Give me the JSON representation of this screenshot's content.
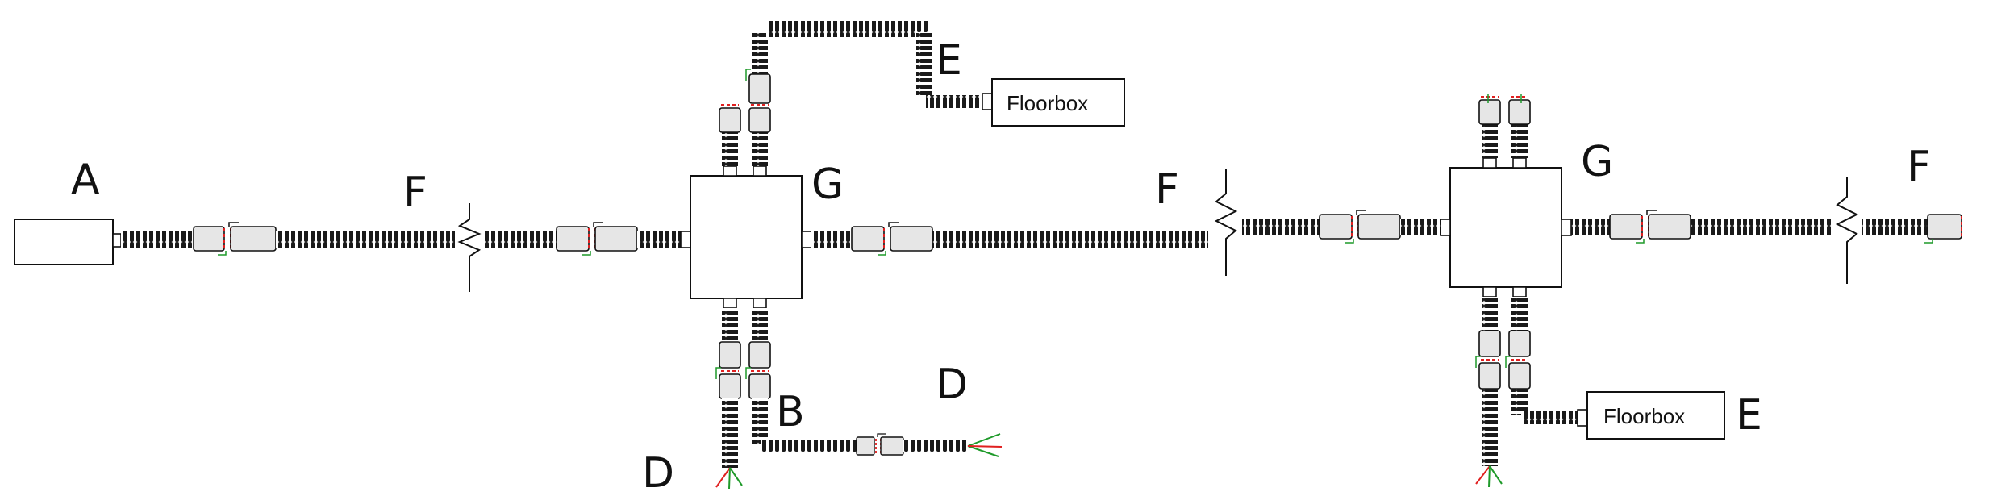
{
  "labels": {
    "a": "A",
    "b": "B",
    "d1": "D",
    "d2": "D",
    "e1": "E",
    "e2": "E",
    "f1": "F",
    "f2": "F",
    "f3": "F",
    "g1": "G",
    "g2": "G"
  },
  "boxes": {
    "floorbox_left": "Floorbox",
    "floorbox_right": "Floorbox"
  },
  "colors": {
    "conduit": "#1a1a1a",
    "outline": "#111111",
    "wire_red": "#e02020",
    "wire_green": "#1f9a2a",
    "fitting_fill": "#e6e6e6"
  }
}
